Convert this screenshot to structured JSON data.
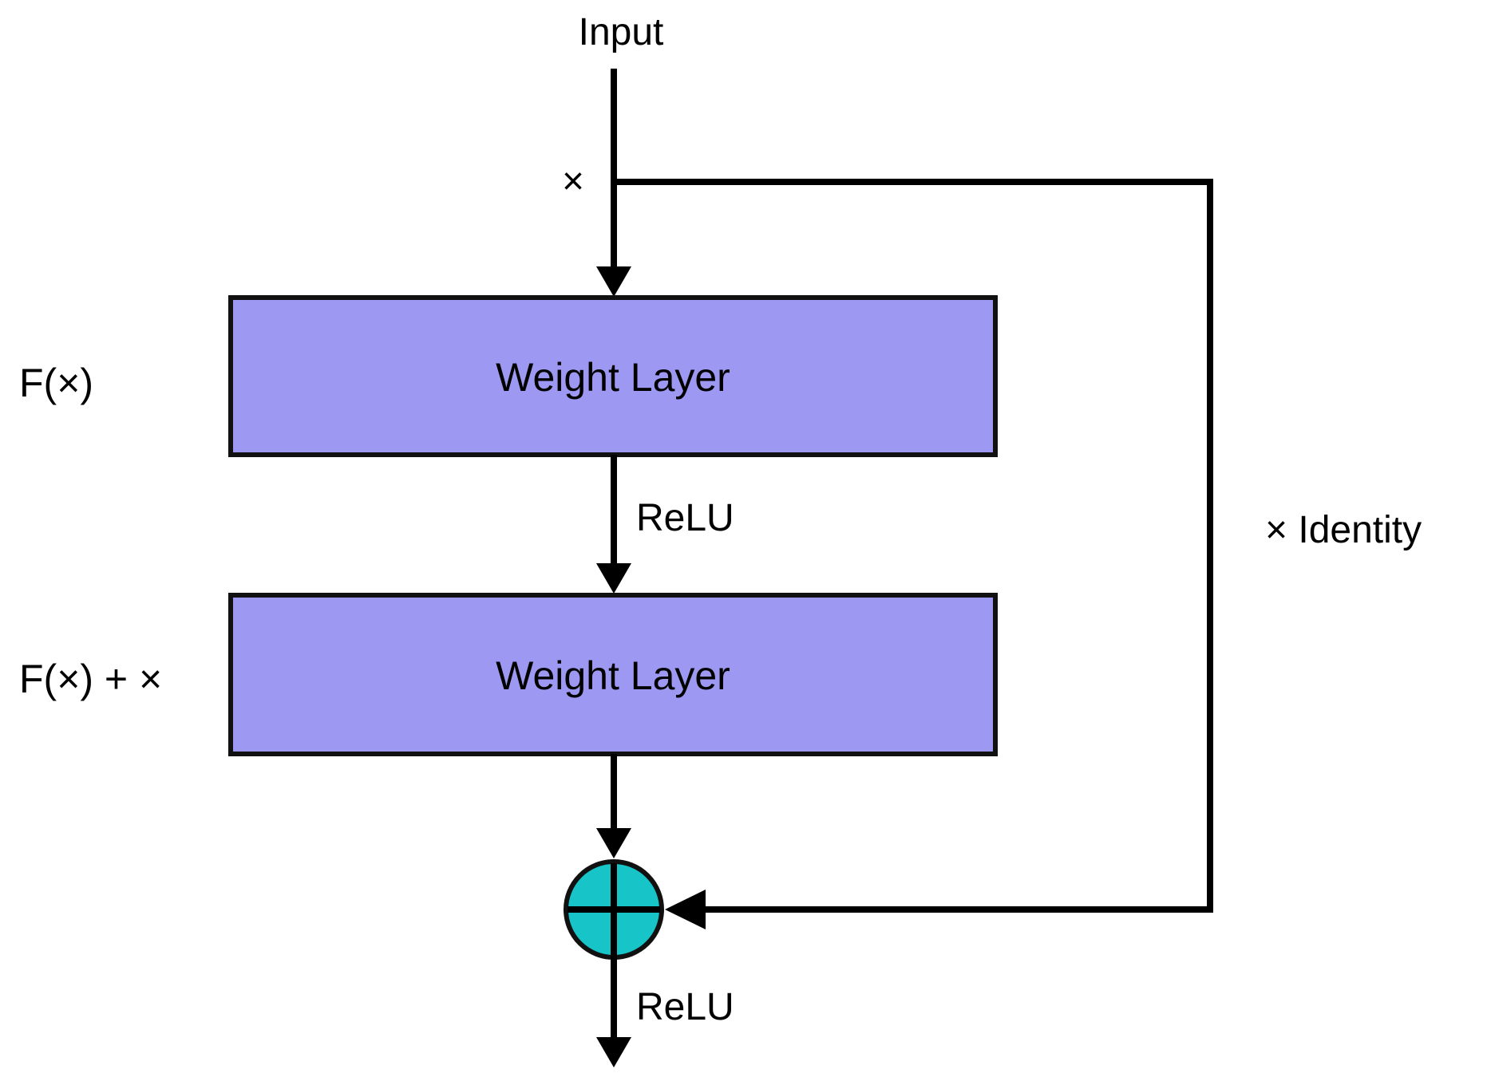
{
  "diagram": {
    "type": "resnet-residual-block",
    "input_label": "Input",
    "branch_label": "×",
    "left_label_top": "F(×)",
    "left_label_bottom": "F(×) + ×",
    "box1_label": "Weight Layer",
    "box2_label": "Weight Layer",
    "relu_mid_label": "ReLU",
    "relu_out_label": "ReLU",
    "identity_label": "× Identity"
  },
  "colors": {
    "background": "#FFFFFF",
    "line": "#000000",
    "text": "#000000",
    "box_fill": "#9D99F2",
    "box_border": "#111111",
    "sum_node_fill": "#17C4C8",
    "sum_node_border": "#111111"
  }
}
